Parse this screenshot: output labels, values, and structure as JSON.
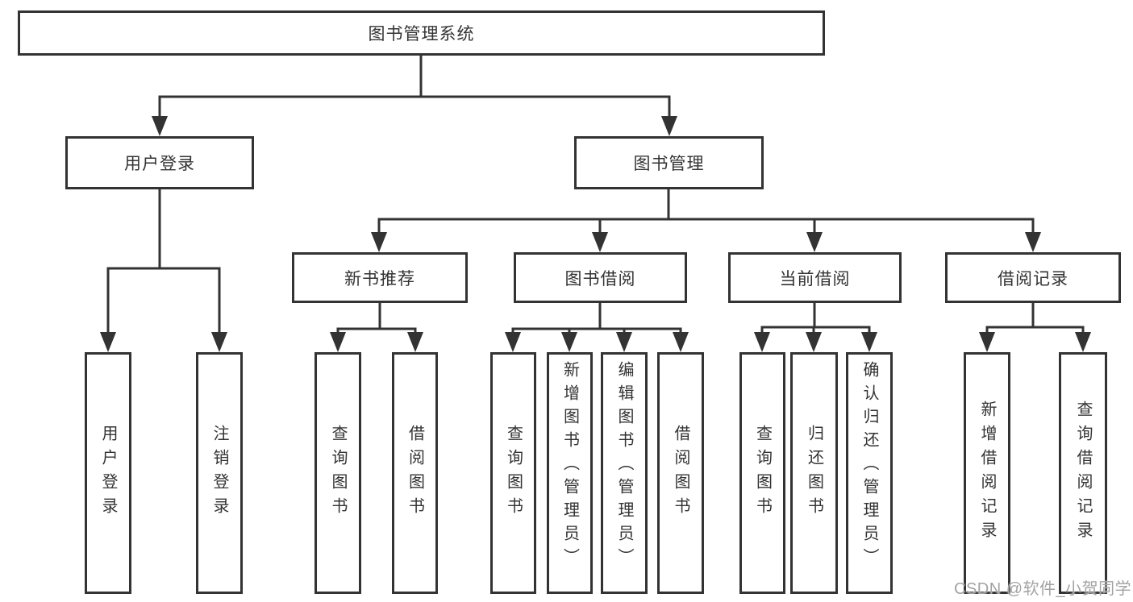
{
  "diagram": {
    "root": "图书管理系统",
    "level2": {
      "user_login": "用户登录",
      "book_management": "图书管理"
    },
    "level3": {
      "new_book_recommend": "新书推荐",
      "book_borrow": "图书借阅",
      "current_borrow": "当前借阅",
      "borrow_records": "借阅记录"
    },
    "leaves": {
      "user_login": [
        "用户登录",
        "注销登录"
      ],
      "new_book_recommend": [
        "查询图书",
        "借阅图书"
      ],
      "book_borrow": [
        "查询图书",
        "新增图书（管理员）",
        "编辑图书（管理员）",
        "借阅图书"
      ],
      "current_borrow": [
        "查询图书",
        "归还图书",
        "确认归还（管理员）"
      ],
      "borrow_records": [
        "新增借阅记录",
        "查询借阅记录"
      ]
    }
  },
  "watermark": "CSDN @软件_小贺同学",
  "colors": {
    "line": "#333333",
    "text": "#333333",
    "watermark": "#a3a3a3",
    "background": "#ffffff"
  }
}
